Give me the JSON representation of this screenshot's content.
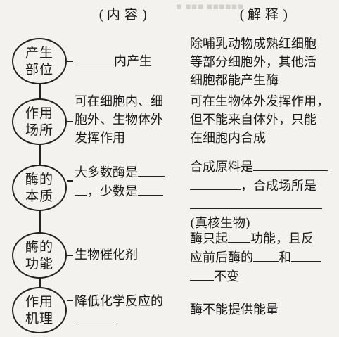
{
  "headers": {
    "left": "内容",
    "right": "解释"
  },
  "rows": [
    {
      "label_top": "产生",
      "label_bottom": "部位",
      "content_after_blank": "内产生",
      "explanation": [
        "除哺乳动物成熟红细胞",
        "等部分细胞外，其他活",
        "细胞都能产生酶"
      ]
    },
    {
      "label_top": "作用",
      "label_bottom": "场所",
      "content": [
        "可在细胞内、细",
        "胞外、生物体外",
        "发挥作用"
      ],
      "explanation": [
        "可在生物体外发挥作用，",
        "但不能来自体外，只能",
        "在细胞内合成"
      ]
    },
    {
      "label_top": "酶的",
      "label_bottom": "本质",
      "content_line1": "大多数酶是",
      "content_line2_mid": "，少数是",
      "explanation_line1": "合成原料是",
      "explanation_line2": "，合成场所是",
      "explanation_line4": "(真核生物)"
    },
    {
      "label_top": "酶的",
      "label_bottom": "功能",
      "content": "生物催化剂",
      "explanation_line1a": "酶只起",
      "explanation_line1b": "功能，且反",
      "explanation_line2a": "应前后酶的",
      "explanation_line2b": "和",
      "explanation_line3": "不变"
    },
    {
      "label_top": "作用",
      "label_bottom": "机理",
      "content": "降低化学反应的",
      "explanation": "酶不能提供能量"
    }
  ]
}
